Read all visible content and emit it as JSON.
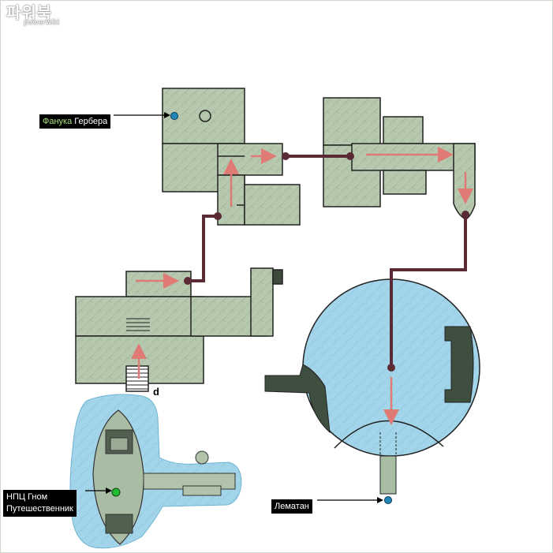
{
  "watermark": {
    "title": "파워북",
    "subtitle": "powerwiki"
  },
  "labels": {
    "fanuka_highlight": "Фанука",
    "fanuka_rest": " Гербера",
    "lematan": "Лематан",
    "npc_line1": "НПЦ Гном",
    "npc_line2": "Путешественник",
    "stairs_marker": "d"
  },
  "colors": {
    "floor": "#b4c7ad",
    "water": "#9fd6ea",
    "dome": "#a6d3e6",
    "path": "#5a2a35",
    "arrow": "#e07a74",
    "npc_gnome": "#22bb33",
    "npc_blue": "#1f86b8"
  },
  "icons": [
    "location-dot-icon",
    "stairs-icon",
    "arrow-icon"
  ]
}
